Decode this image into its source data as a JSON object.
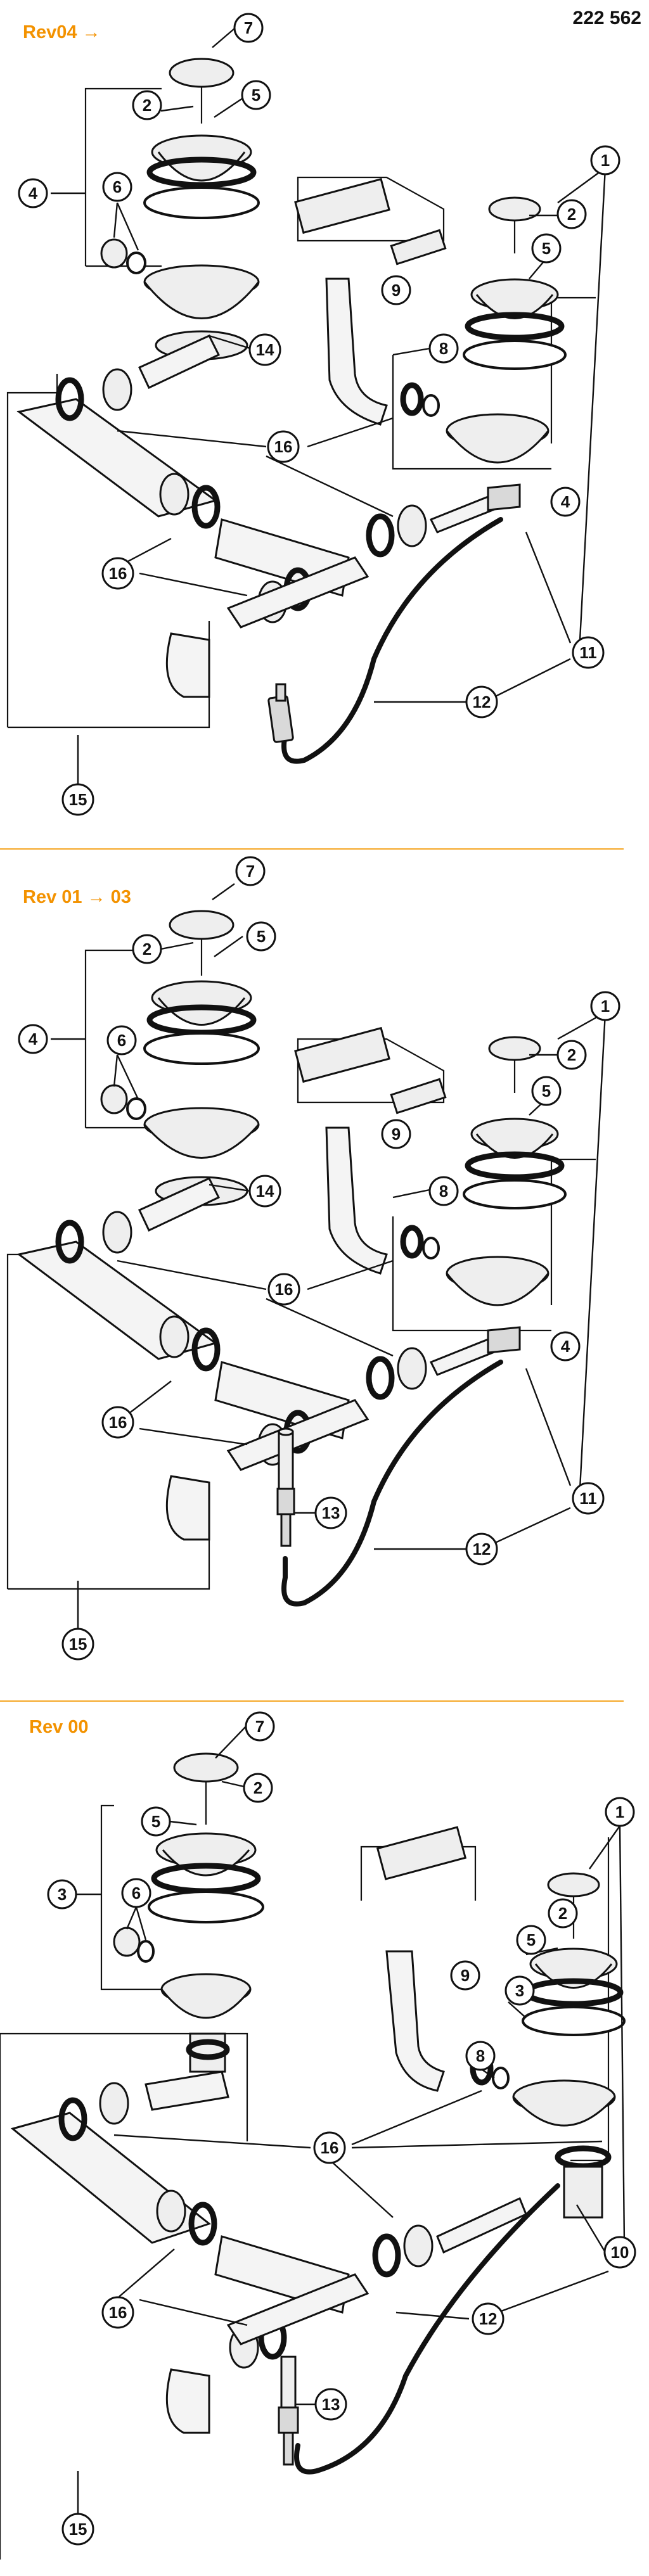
{
  "document_number": "222 562",
  "sections": [
    {
      "key": "rev04",
      "title": "Rev04 →",
      "callouts": [
        "7",
        "2",
        "5",
        "4",
        "6",
        "14",
        "16",
        "16",
        "1",
        "2",
        "5",
        "9",
        "8",
        "4",
        "11",
        "12",
        "15"
      ]
    },
    {
      "key": "rev01_03",
      "title": "Rev 01 → 03",
      "callouts": [
        "7",
        "2",
        "5",
        "4",
        "6",
        "14",
        "16",
        "16",
        "1",
        "2",
        "5",
        "9",
        "8",
        "4",
        "11",
        "12",
        "13",
        "15"
      ]
    },
    {
      "key": "rev00",
      "title": "Rev 00",
      "callouts": [
        "7",
        "2",
        "5",
        "3",
        "6",
        "16",
        "16",
        "1",
        "2",
        "5",
        "3",
        "9",
        "8",
        "10",
        "12",
        "13",
        "15"
      ]
    }
  ],
  "colors": {
    "revision_label": "#f39200",
    "separator": "#f5a623",
    "line": "#111111"
  }
}
